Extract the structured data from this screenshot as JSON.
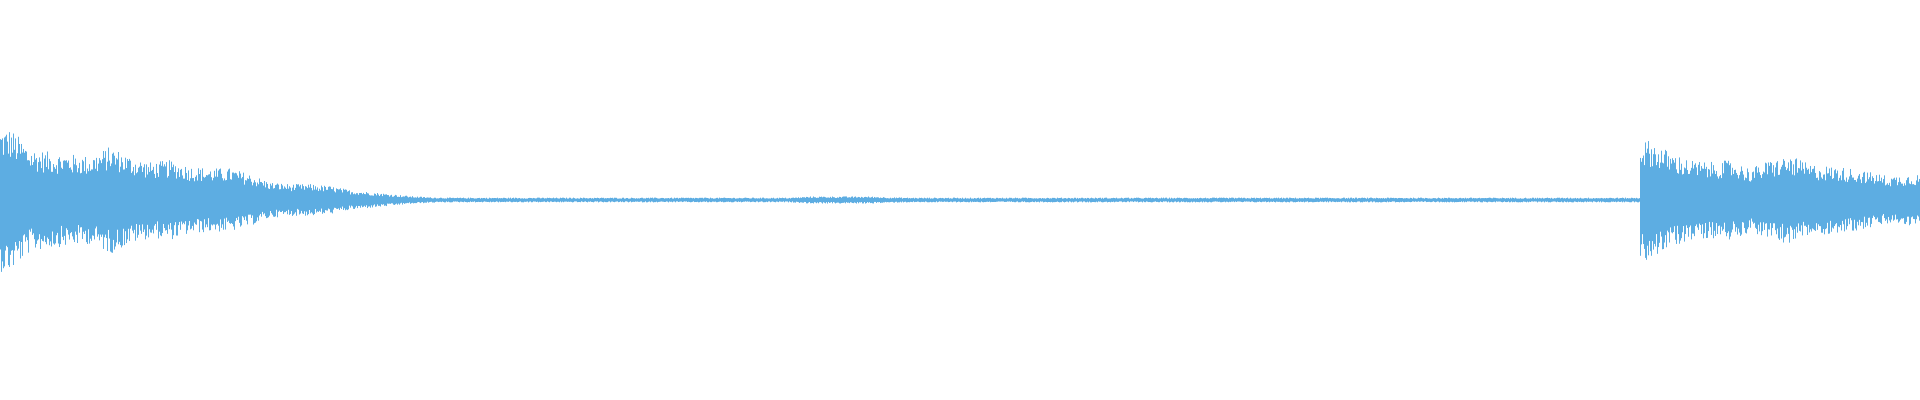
{
  "chart_data": {
    "type": "waveform",
    "color": "#5dade2",
    "background": "#ffffff",
    "amplitude_range": [
      -1,
      1
    ],
    "segment_peak_amplitudes": [
      0.36,
      0.26,
      0.24,
      0.23,
      0.22,
      0.27,
      0.22,
      0.19,
      0.2,
      0.17,
      0.16,
      0.16,
      0.13,
      0.09,
      0.08,
      0.08,
      0.07,
      0.05,
      0.04,
      0.03,
      0.02,
      0.014,
      0.012,
      0.012,
      0.012,
      0.012,
      0.012,
      0.012,
      0.012,
      0.012,
      0.012,
      0.012,
      0.012,
      0.012,
      0.012,
      0.012,
      0.012,
      0.012,
      0.012,
      0.012,
      0.018,
      0.018,
      0.018,
      0.018,
      0.014,
      0.012,
      0.012,
      0.012,
      0.012,
      0.012,
      0.012,
      0.012,
      0.012,
      0.012,
      0.012,
      0.012,
      0.012,
      0.012,
      0.012,
      0.012,
      0.012,
      0.012,
      0.012,
      0.012,
      0.012,
      0.012,
      0.012,
      0.012,
      0.012,
      0.012,
      0.012,
      0.012,
      0.012,
      0.012,
      0.012,
      0.012,
      0.012,
      0.012,
      0.012,
      0.012,
      0.012,
      0.012,
      0.3,
      0.24,
      0.2,
      0.19,
      0.2,
      0.16,
      0.2,
      0.22,
      0.18,
      0.17,
      0.16,
      0.14,
      0.12,
      0.13
    ]
  }
}
